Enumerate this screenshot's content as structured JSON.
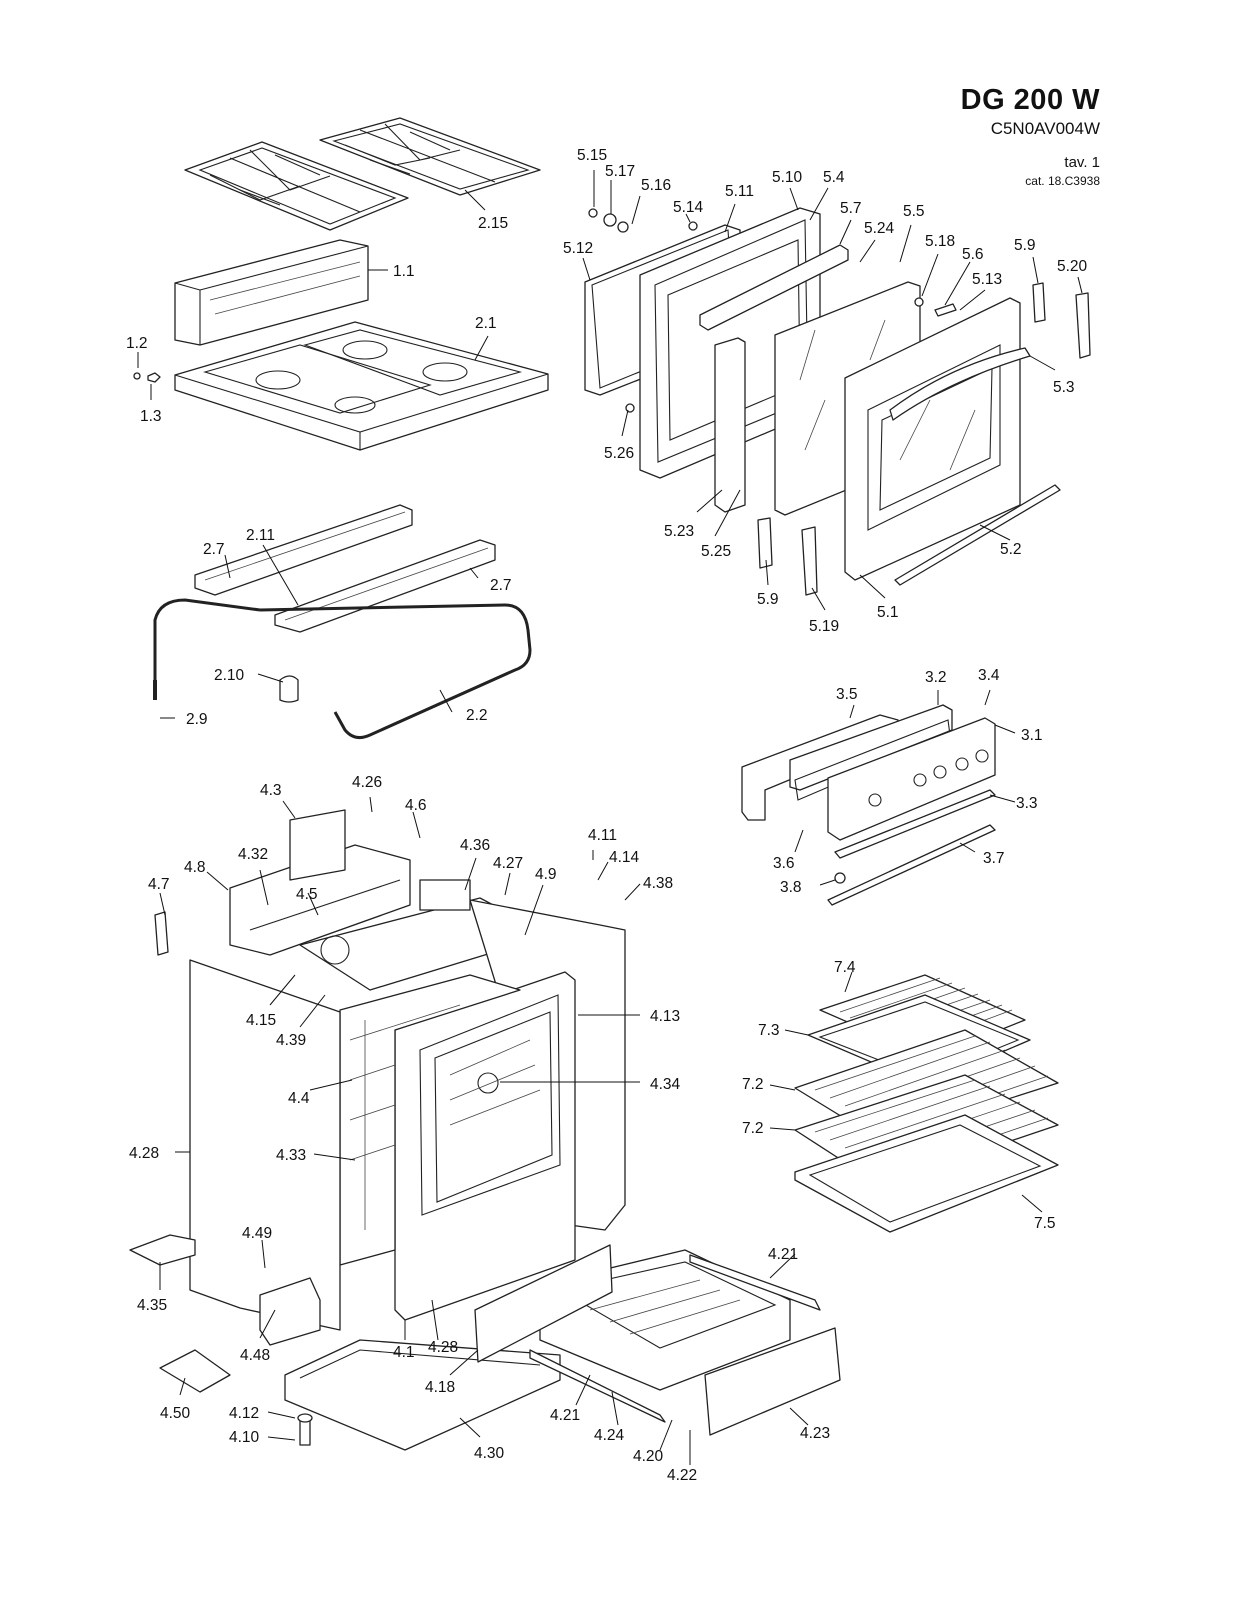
{
  "header": {
    "model": "DG 200 W",
    "code": "C5N0AV004W",
    "table": "tav. 1",
    "catalog": "cat. 18.C3938"
  },
  "callouts": [
    "1.1",
    "1.2",
    "1.3",
    "2.1",
    "2.15",
    "2.11",
    "2.7",
    "2.7",
    "2.10",
    "2.9",
    "2.2",
    "5.15",
    "5.17",
    "5.16",
    "5.14",
    "5.11",
    "5.10",
    "5.4",
    "5.7",
    "5.24",
    "5.5",
    "5.18",
    "5.6",
    "5.13",
    "5.9",
    "5.20",
    "5.12",
    "5.3",
    "5.26",
    "5.23",
    "5.25",
    "5.2",
    "5.9",
    "5.19",
    "5.1",
    "3.5",
    "3.2",
    "3.4",
    "3.1",
    "3.3",
    "3.6",
    "3.7",
    "3.8",
    "4.3",
    "4.26",
    "4.6",
    "4.36",
    "4.27",
    "4.11",
    "4.14",
    "4.38",
    "4.9",
    "4.32",
    "4.8",
    "4.5",
    "4.7",
    "4.15",
    "4.39",
    "4.13",
    "4.4",
    "4.34",
    "4.28",
    "4.33",
    "4.49",
    "4.35",
    "4.48",
    "4.28",
    "4.1",
    "4.18",
    "4.21",
    "4.50",
    "4.12",
    "4.10",
    "4.30",
    "4.21",
    "4.24",
    "4.20",
    "4.22",
    "4.23",
    "7.4",
    "7.3",
    "7.2",
    "7.2",
    "7.5"
  ],
  "colors": {
    "ink": "#111111",
    "paper": "#ffffff"
  }
}
